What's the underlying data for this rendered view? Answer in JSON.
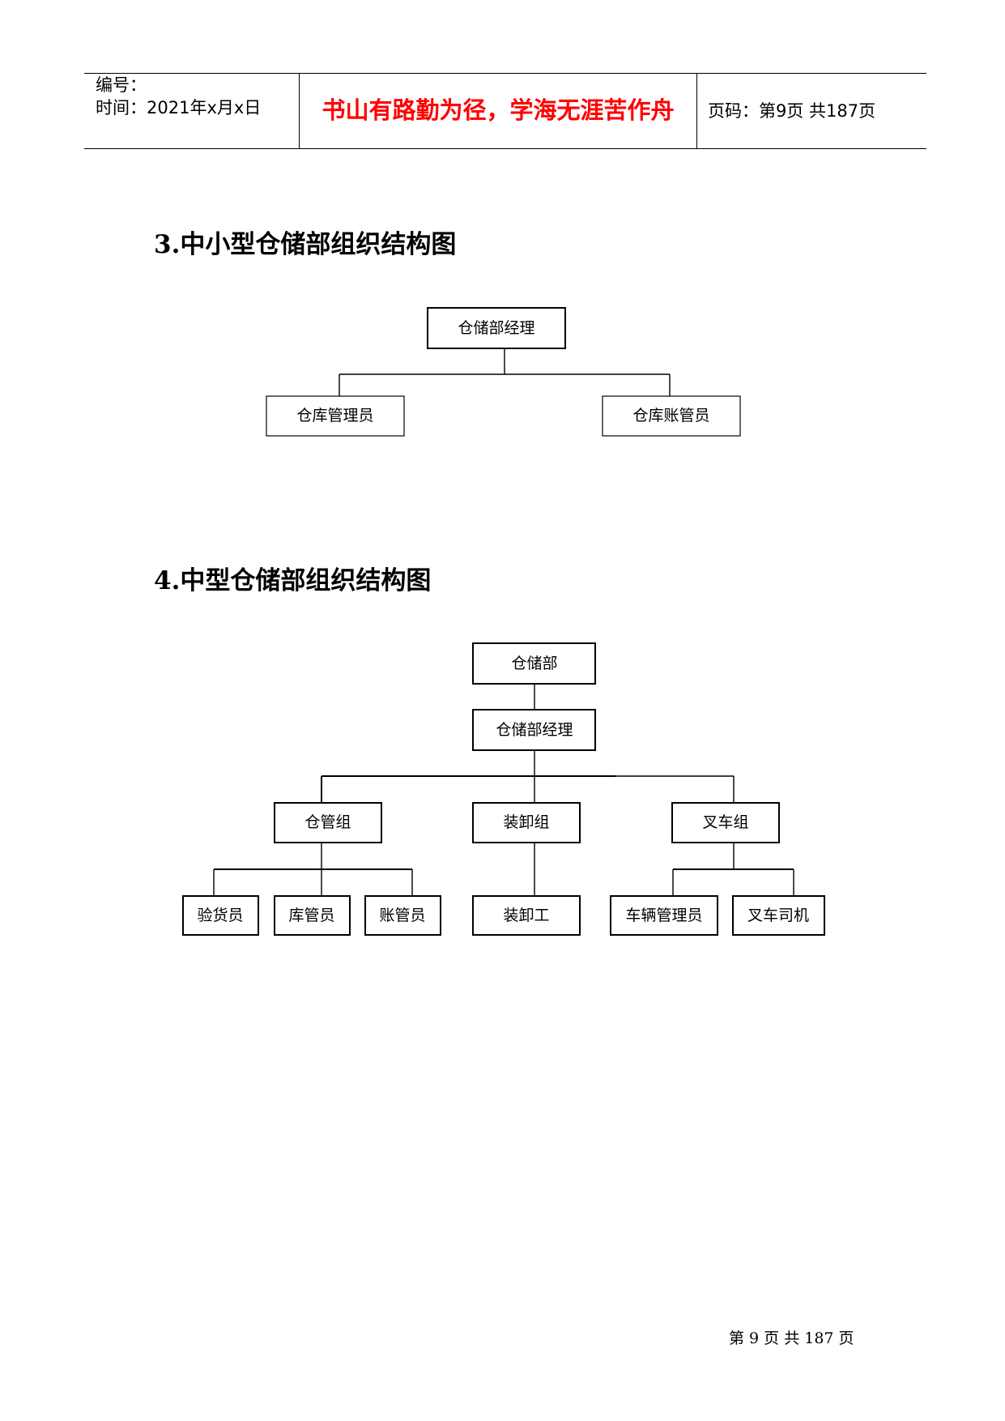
{
  "header": {
    "number_label": "编号：",
    "time_label": "时间：2021年x月x日",
    "motto": "书山有路勤为径，学海无涯苦作舟",
    "page_label": "页码：第9页  共187页"
  },
  "section3": {
    "title": "3.中小型仓储部组织结构图",
    "nodes": {
      "manager": "仓储部经理",
      "warehouse_admin": "仓库管理员",
      "account_admin": "仓库账管员"
    }
  },
  "section4": {
    "title": "4.中型仓储部组织结构图",
    "nodes": {
      "dept": "仓储部",
      "manager": "仓储部经理",
      "storage_group": "仓管组",
      "loading_group": "装卸组",
      "forklift_group": "叉车组",
      "inspector": "验货员",
      "stock_keeper": "库管员",
      "account_keeper": "账管员",
      "loader": "装卸工",
      "vehicle_admin": "车辆管理员",
      "forklift_driver": "叉车司机"
    }
  },
  "footer": {
    "page_text": "第 9 页 共 187 页"
  }
}
